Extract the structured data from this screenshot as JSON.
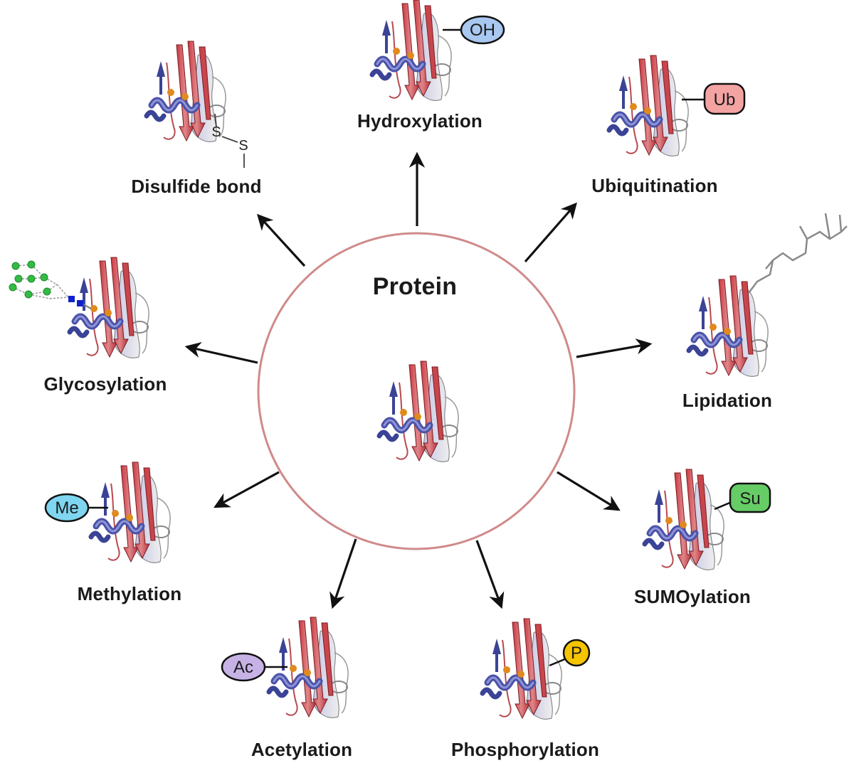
{
  "center": {
    "title": "Protein",
    "circle_color": "#d08a8a"
  },
  "modifications": [
    {
      "key": "hydroxylation",
      "label": "Hydroxylation",
      "tag": "OH",
      "tag_fill": "#a9c8f0",
      "tag_shape": "ellipse"
    },
    {
      "key": "ubiquitination",
      "label": "Ubiquitination",
      "tag": "Ub",
      "tag_fill": "#f4a3a3",
      "tag_shape": "rounded"
    },
    {
      "key": "lipidation",
      "label": "Lipidation",
      "tag": "",
      "tag_fill": "#808080",
      "tag_shape": "chain"
    },
    {
      "key": "sumoylation",
      "label": "SUMOylation",
      "tag": "Su",
      "tag_fill": "#66cc66",
      "tag_shape": "rounded"
    },
    {
      "key": "phosphorylation",
      "label": "Phosphorylation",
      "tag": "P",
      "tag_fill": "#f6c400",
      "tag_shape": "circle"
    },
    {
      "key": "acetylation",
      "label": "Acetylation",
      "tag": "Ac",
      "tag_fill": "#c7b2e6",
      "tag_shape": "ellipse"
    },
    {
      "key": "methylation",
      "label": "Methylation",
      "tag": "Me",
      "tag_fill": "#7fd6f0",
      "tag_shape": "ellipse"
    },
    {
      "key": "glycosylation",
      "label": "Glycosylation",
      "tag": "",
      "tag_fill": "#33bb44",
      "tag_shape": "glycan"
    },
    {
      "key": "disulfide",
      "label": "Disulfide bond",
      "tag": "S",
      "tag_fill": "#222222",
      "tag_shape": "disulfide"
    }
  ],
  "colors": {
    "strand_red": "#b8323a",
    "helix_blue": "#4a52a8",
    "arrow": "#111111"
  }
}
